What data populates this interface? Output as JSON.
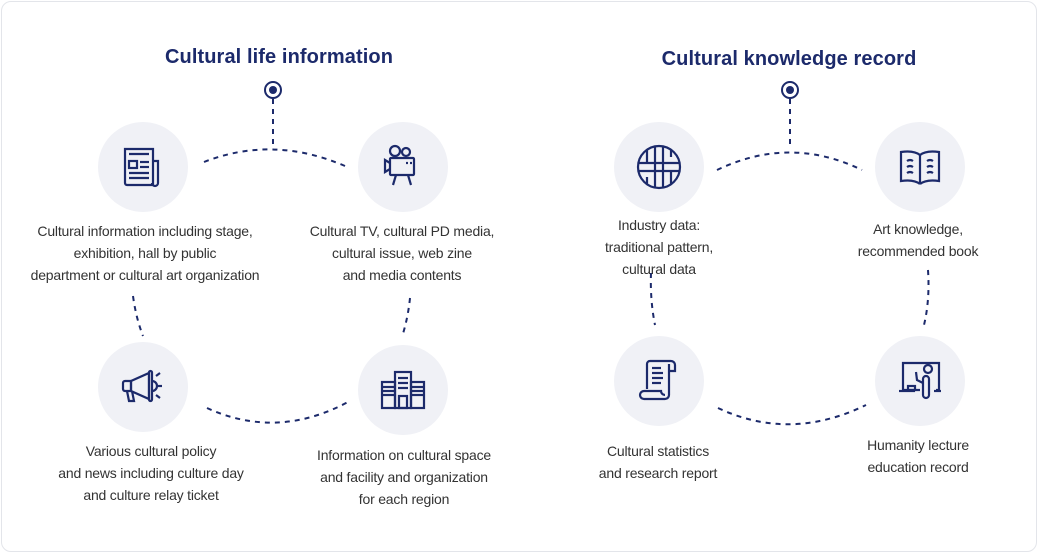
{
  "colors": {
    "accent": "#1c2a6b",
    "node_bg": "#f0f1f6",
    "text": "#333333",
    "border": "#e3e5ea"
  },
  "panels": [
    {
      "title": "Cultural life information",
      "nodes": [
        {
          "icon": "newspaper-icon",
          "lines": [
            "Cultural information including stage,",
            "exhibition, hall by public",
            "department or cultural art organization"
          ]
        },
        {
          "icon": "movie-camera-icon",
          "lines": [
            "Cultural TV, cultural PD media,",
            "cultural issue, web zine",
            "and media contents"
          ]
        },
        {
          "icon": "megaphone-icon",
          "lines": [
            "Various cultural policy",
            "and news including culture day",
            "and culture relay ticket"
          ]
        },
        {
          "icon": "building-icon",
          "lines": [
            "Information on cultural space",
            "and facility and organization",
            "for each region"
          ]
        }
      ]
    },
    {
      "title": "Cultural knowledge record",
      "nodes": [
        {
          "icon": "traditional-pattern-icon",
          "lines": [
            "Industry data:",
            "traditional pattern,",
            "cultural data"
          ]
        },
        {
          "icon": "open-book-icon",
          "lines": [
            "Art knowledge,",
            "recommended book"
          ]
        },
        {
          "icon": "scroll-document-icon",
          "lines": [
            "Cultural statistics",
            "and research report"
          ]
        },
        {
          "icon": "lecture-teacher-icon",
          "lines": [
            "Humanity lecture",
            "education record"
          ]
        }
      ]
    }
  ]
}
